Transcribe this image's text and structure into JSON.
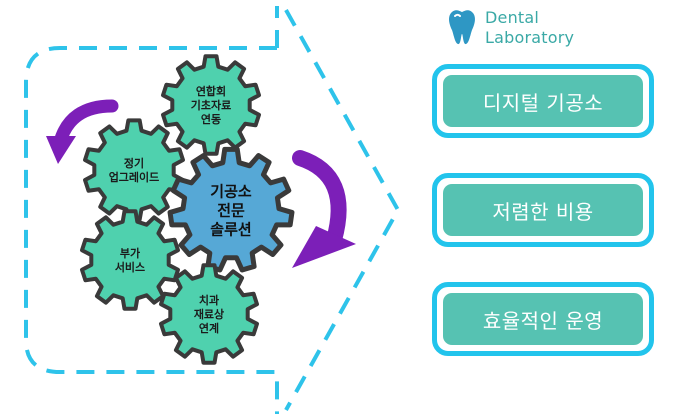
{
  "brand": {
    "icon": "tooth-icon",
    "line1": "Dental",
    "line2": "Laboratory",
    "color": "#3aa9a6"
  },
  "gears": [
    {
      "id": "union",
      "lines": [
        "연합회",
        "기초자료",
        "연동"
      ],
      "color": "#4fd1ae"
    },
    {
      "id": "upgrade",
      "lines": [
        "정기",
        "업그레이드"
      ],
      "color": "#4fd1ae"
    },
    {
      "id": "center",
      "lines": [
        "기공소",
        "전문",
        "솔루션"
      ],
      "color": "#56a8d6"
    },
    {
      "id": "service",
      "lines": [
        "부가",
        "서비스"
      ],
      "color": "#4fd1ae"
    },
    {
      "id": "dental",
      "lines": [
        "치과",
        "재료상",
        "연계"
      ],
      "color": "#4fd1ae"
    }
  ],
  "features": [
    {
      "label": "디지털 기공소"
    },
    {
      "label": "저렴한 비용"
    },
    {
      "label": "효율적인 운영"
    }
  ],
  "colors": {
    "dash": "#2ec3ea",
    "arrow": "#7c1fb8",
    "gear_outline": "#3a3a3a",
    "pill_border": "#22c4ec",
    "pill_fill": "#56c2b2"
  }
}
